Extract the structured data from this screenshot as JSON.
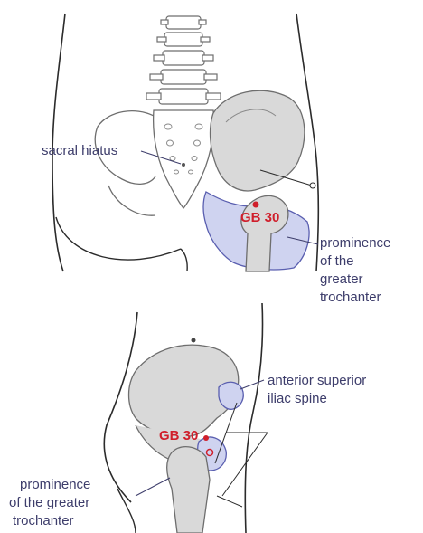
{
  "colors": {
    "outline": "#2b2b2b",
    "bone_fill": "#d9d9d9",
    "bone_stroke": "#6e6e6e",
    "highlight_fill": "#cfd3f0",
    "highlight_stroke": "#5a5fb0",
    "acupoint": "#d01f2b",
    "label": "#3d3d6b",
    "leader": "#3d3d6b"
  },
  "top_view": {
    "sacral_hiatus_label": "sacral hiatus",
    "point_label": "GB 30",
    "trochanter_label": [
      "prominence",
      "of the",
      "greater",
      "trochanter"
    ]
  },
  "bottom_view": {
    "asis_label": [
      "anterior superior",
      "iliac spine"
    ],
    "point_label": "GB 30",
    "trochanter_label": [
      "prominence",
      "of the greater",
      "trochanter"
    ]
  },
  "icons": {
    "acupoint_marker": "filled-red-dot",
    "acupoint_marker_open": "open-red-circle"
  }
}
